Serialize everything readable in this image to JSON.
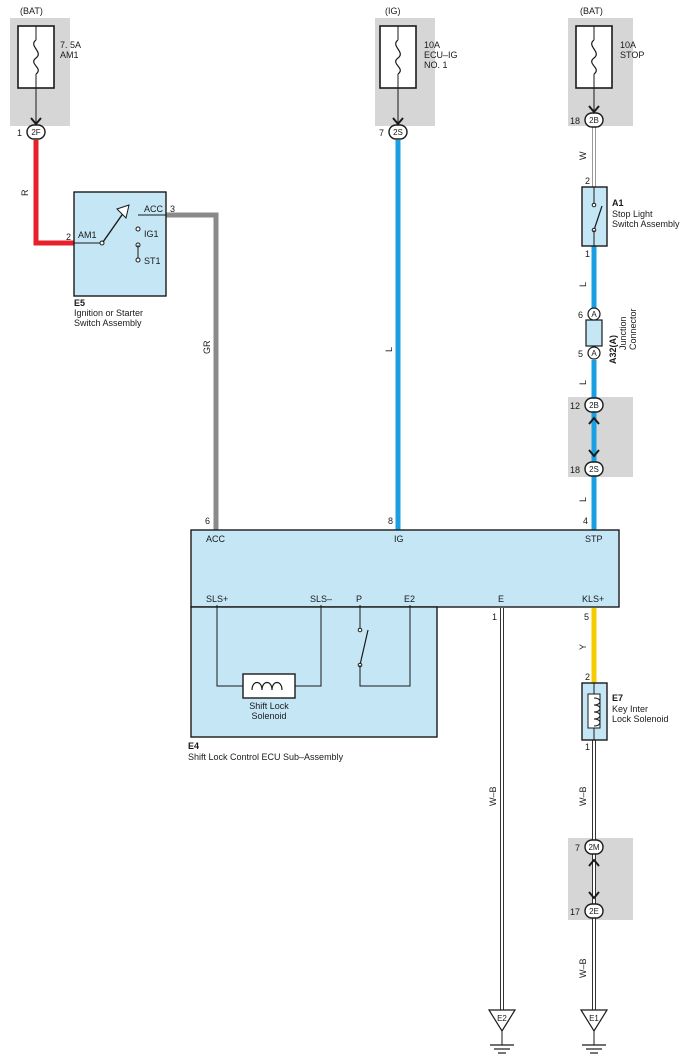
{
  "sources": {
    "bat_left": "(BAT)",
    "ig": "(IG)",
    "bat_right": "(BAT)"
  },
  "fuses": {
    "am1": {
      "line1": "7. 5A",
      "line2": "AM1"
    },
    "ecu_ig": {
      "line1": "10A",
      "line2": "ECU–IG",
      "line3": "NO. 1"
    },
    "stop": {
      "line1": "10A",
      "line2": "STOP"
    }
  },
  "connectors": {
    "c2f": {
      "pin": "1",
      "code": "2F"
    },
    "c2s_top": {
      "pin": "7",
      "code": "2S"
    },
    "c2b_top": {
      "pin": "18",
      "code": "2B"
    },
    "c2b_mid": {
      "pin": "12",
      "code": "2B"
    },
    "c2s_mid": {
      "pin": "18",
      "code": "2S"
    },
    "c2m": {
      "pin": "7",
      "code": "2M"
    },
    "c2e": {
      "pin": "17",
      "code": "2E"
    }
  },
  "wires": {
    "r": "R",
    "gr": "GR",
    "l_ig": "L",
    "w": "W",
    "l_a1": "L",
    "l_a32": "L",
    "l_stp": "L",
    "y": "Y",
    "wb_e": "W–B",
    "wb_e7": "W–B",
    "wb_e1": "W–B"
  },
  "ignition_switch": {
    "id": "E5",
    "name_line1": "Ignition or Starter",
    "name_line2": "Switch Assembly",
    "am1": "AM1",
    "acc": "ACC",
    "ig1": "IG1",
    "st1": "ST1",
    "pin_am1": "2",
    "pin_acc": "3"
  },
  "stop_light_switch": {
    "id": "A1",
    "name_line1": "Stop Light",
    "name_line2": "Switch Assembly",
    "pin_top": "2",
    "pin_bottom": "1"
  },
  "junction_connector": {
    "id": "A32(A)",
    "name_line1": "Junction",
    "name_line2": "Connector",
    "pin_top": "6",
    "pin_bottom": "5",
    "code": "A"
  },
  "ecu": {
    "id": "E4",
    "name": "Shift Lock Control ECU Sub–Assembly",
    "acc": "ACC",
    "ig": "IG",
    "stp": "STP",
    "sls_plus": "SLS+",
    "sls_minus": "SLS–",
    "p": "P",
    "e2": "E2",
    "e": "E",
    "kls_plus": "KLS+",
    "pin_acc": "6",
    "pin_ig": "8",
    "pin_stp": "4",
    "pin_e": "1",
    "pin_kls": "5",
    "solenoid_line1": "Shift Lock",
    "solenoid_line2": "Solenoid"
  },
  "key_solenoid": {
    "id": "E7",
    "name_line1": "Key Inter",
    "name_line2": "Lock Solenoid",
    "pin_top": "2",
    "pin_bottom": "1"
  },
  "grounds": {
    "e2": "E2",
    "e1": "E1"
  },
  "colors": {
    "red_wire": "#e8202a",
    "blue_wire": "#1aa0e0",
    "gray_wire": "#8a8a8a",
    "yellow_wire": "#f5cc00",
    "component_fill": "#c5e6f5",
    "fuse_block": "#d6d6d6"
  }
}
